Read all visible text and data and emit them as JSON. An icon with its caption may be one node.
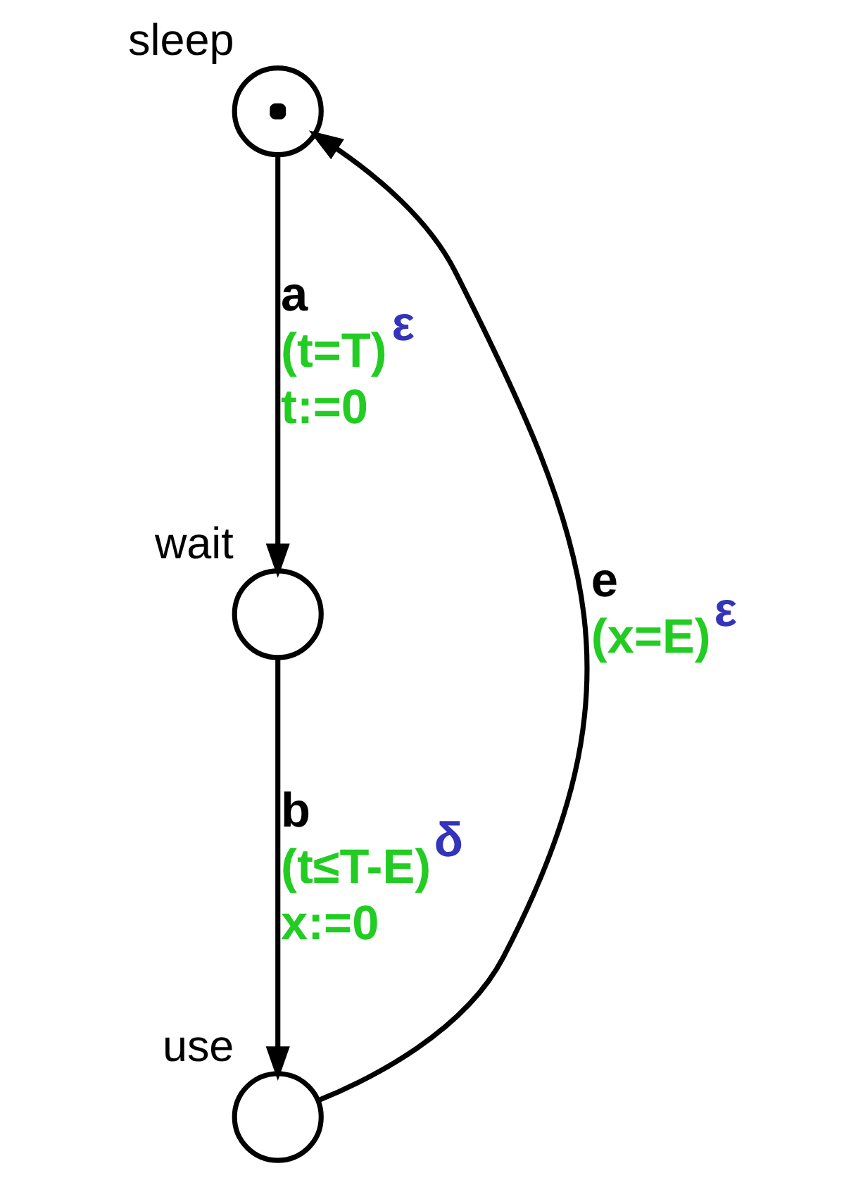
{
  "diagram": {
    "nodes": [
      {
        "text": [],
        "shape": "target",
        "beside": [
          "sleep"
        ]
      },
      {
        "text": [],
        "shape": "circle",
        "beside": [
          "wait"
        ]
      },
      {
        "text": [],
        "shape": "circle",
        "beside": [
          "use"
        ]
      }
    ],
    "edges": [
      {
        "from": 0,
        "to": 1,
        "arrow": "to",
        "label": "a (t=T)$^{ε}$ t:=0"
      },
      {
        "from": 1,
        "to": 2,
        "arrow": "to",
        "label": "b (t≤T-E)$^{δ}$ x:=0"
      },
      {
        "from": 2,
        "to": 0,
        "arrow": "to",
        "label": "e (x=E)$^{ε}$"
      }
    ]
  }
}
